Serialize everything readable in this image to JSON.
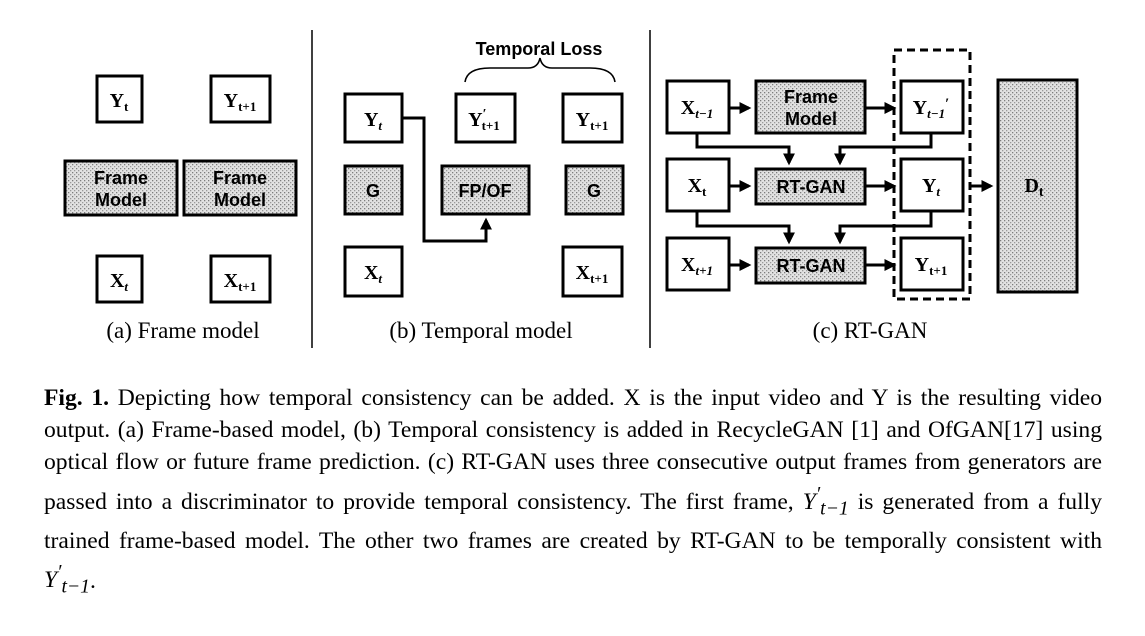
{
  "panels": {
    "a": {
      "caption": "(a) Frame model",
      "nodes": {
        "y_t": "Y",
        "y_t_sub": "t",
        "y_t1": "Y",
        "y_t1_sub": "t+1",
        "fm1_line1": "Frame",
        "fm1_line2": "Model",
        "fm2_line1": "Frame",
        "fm2_line2": "Model",
        "x_t": "X",
        "x_t_sub": "t",
        "x_t1": "X",
        "x_t1_sub": "t+1"
      }
    },
    "b": {
      "caption": "(b) Temporal model",
      "temporal_loss": "Temporal Loss",
      "nodes": {
        "y_t": "Y",
        "y_t_sub": "t",
        "y_prime": "Y",
        "y_prime_sup": "′",
        "y_prime_sub": "t+1",
        "y_t1": "Y",
        "y_t1_sub": "t+1",
        "g1": "G",
        "fpof": "FP/OF",
        "g2": "G",
        "x_t": "X",
        "x_t_sub": "t",
        "x_t1": "X",
        "x_t1_sub": "t+1"
      }
    },
    "c": {
      "caption": "(c) RT-GAN",
      "nodes": {
        "x_tm1": "X",
        "x_tm1_sub": "t−1",
        "fm_line1": "Frame",
        "fm_line2": "Model",
        "y_tm1": "Y",
        "y_tm1_sub": "t−1",
        "y_tm1_sup": "′",
        "x_t": "X",
        "x_t_sub": "t",
        "rtgan1": "RT-GAN",
        "y_t": "Y",
        "y_t_sub": "t",
        "x_t1": "X",
        "x_t1_sub": "t+1",
        "rtgan2": "RT-GAN",
        "y_t1": "Y",
        "y_t1_sub": "t+1",
        "d_t": "D",
        "d_t_sub": "t"
      }
    }
  },
  "caption": {
    "fig_label": "Fig. 1.",
    "text": " Depicting how temporal consistency can be added. X is the input video and Y is the resulting video output. (a) Frame-based model, (b) Temporal consistency is added in RecycleGAN [1] and OfGAN[17] using optical flow or future frame prediction. (c) RT-GAN uses three consecutive output frames from generators are passed into a discriminator to provide temporal consistency. The first frame, ",
    "sym1": "Y",
    "sym1_sup": "′",
    "sym1_sub": "t−1",
    "text2": " is generated from a fully trained frame-based model. The other two frames are created by RT-GAN to be temporally consistent with ",
    "sym2": "Y",
    "sym2_sup": "′",
    "sym2_sub": "t−1",
    "text3": "."
  }
}
